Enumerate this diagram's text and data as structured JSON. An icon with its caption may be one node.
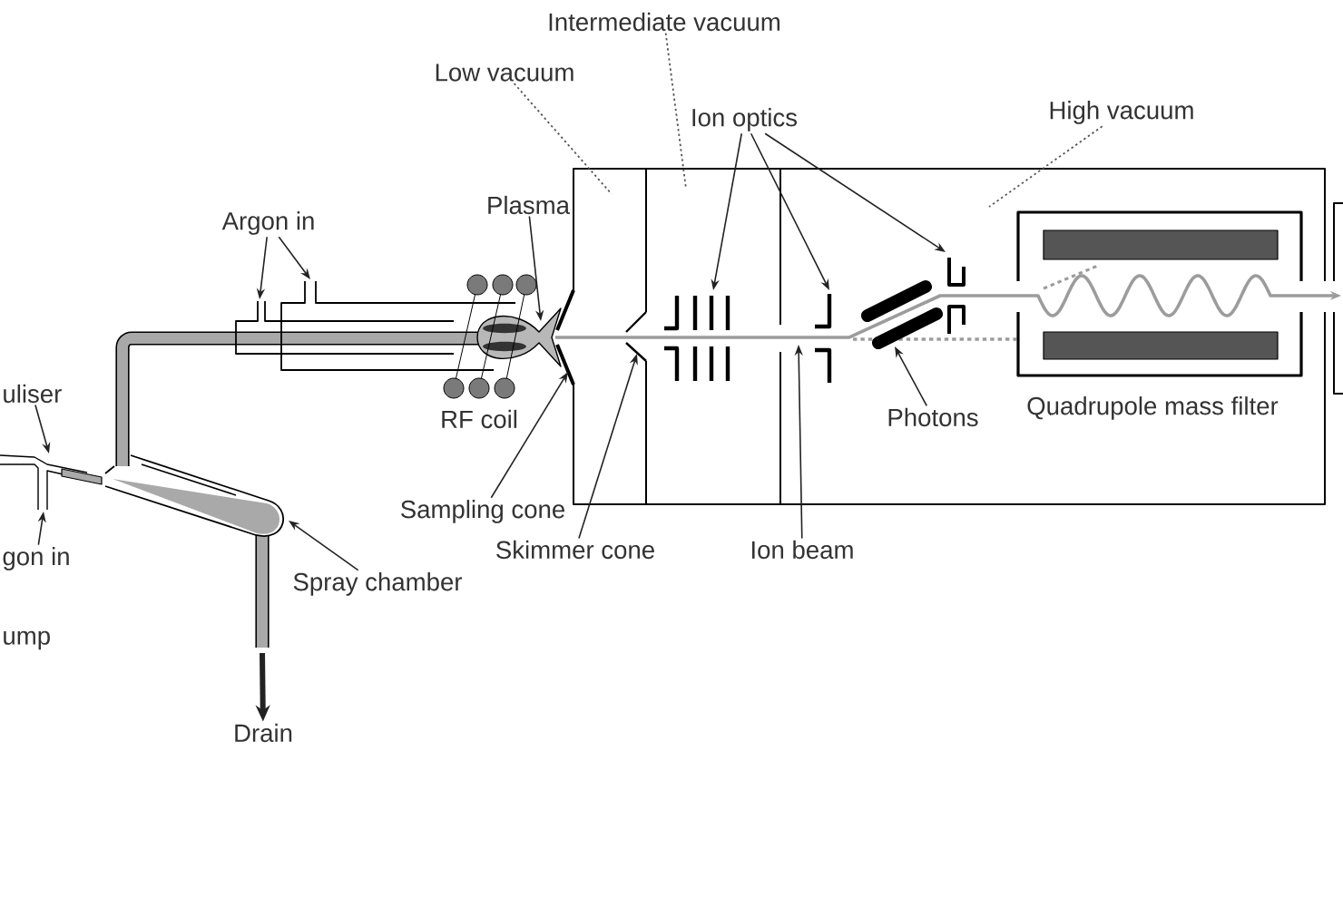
{
  "diagram": {
    "nodes": [
      {
        "text": [
          "Intermediate vacuum"
        ]
      },
      {
        "text": [
          "Low vacuum"
        ]
      },
      {
        "text": [
          "High vacuum"
        ]
      },
      {
        "text": [
          "Ion optics"
        ]
      },
      {
        "text": [
          "Plasma"
        ]
      },
      {
        "text": [
          "Argon in"
        ]
      },
      {
        "text": [
          "uliser"
        ]
      },
      {
        "text": [
          "Photons"
        ]
      },
      {
        "text": [
          "Sampling cone"
        ]
      },
      {
        "text": [
          "Skimmer cone"
        ]
      },
      {
        "text": [
          "Ion beam"
        ]
      },
      {
        "text": [
          "gon in"
        ]
      },
      {
        "text": [
          "Spray chamber"
        ]
      },
      {
        "text": [
          "Drain"
        ]
      },
      {
        "text": [],
        "shape": "picture"
      },
      {
        "text": [],
        "shape": "picture"
      },
      {
        "text": [],
        "shape": "picture"
      },
      {
        "text": [],
        "shape": "picture"
      },
      {
        "text": [],
        "shape": "picture"
      },
      {
        "text": [],
        "shape": "picture"
      },
      {
        "text": [],
        "shape": "picture"
      },
      {
        "text": [],
        "shape": "picture"
      },
      {
        "text": [],
        "shape": "picture"
      },
      {
        "text": [],
        "shape": "picture"
      },
      {
        "text": [],
        "shape": "picture"
      }
    ],
    "edges": [
      {
        "from": 0,
        "to": null,
        "arrow": "none",
        "style": "dashed"
      },
      {
        "from": 1,
        "to": null,
        "arrow": "none",
        "style": "dashed"
      },
      {
        "from": 2,
        "to": null,
        "arrow": "none",
        "style": "dashed"
      },
      {
        "from": 3,
        "to": 20,
        "arrow": "to"
      },
      {
        "from": 3,
        "to": 21,
        "arrow": "to"
      },
      {
        "from": 3,
        "to": 23,
        "arrow": "to"
      },
      {
        "from": 4,
        "to": 17,
        "arrow": "to"
      },
      {
        "from": 5,
        "to": 16,
        "arrow": "to"
      },
      {
        "from": 5,
        "to": 16,
        "arrow": "to"
      },
      {
        "from": 6,
        "to": 14,
        "arrow": "to"
      },
      {
        "from": 7,
        "to": 22,
        "arrow": "to"
      },
      {
        "from": 8,
        "to": 18,
        "arrow": "to"
      },
      {
        "from": 9,
        "to": 19,
        "arrow": "to"
      },
      {
        "from": 10,
        "to": 24,
        "arrow": "to"
      },
      {
        "from": 11,
        "to": 14,
        "arrow": "to"
      },
      {
        "from": 12,
        "to": 15,
        "arrow": "to"
      },
      {
        "from": 15,
        "to": 13,
        "arrow": "to",
        "style": "thick"
      }
    ],
    "labels": [
      "RF coil",
      "Quadrupole mass filter",
      "ump"
    ]
  }
}
